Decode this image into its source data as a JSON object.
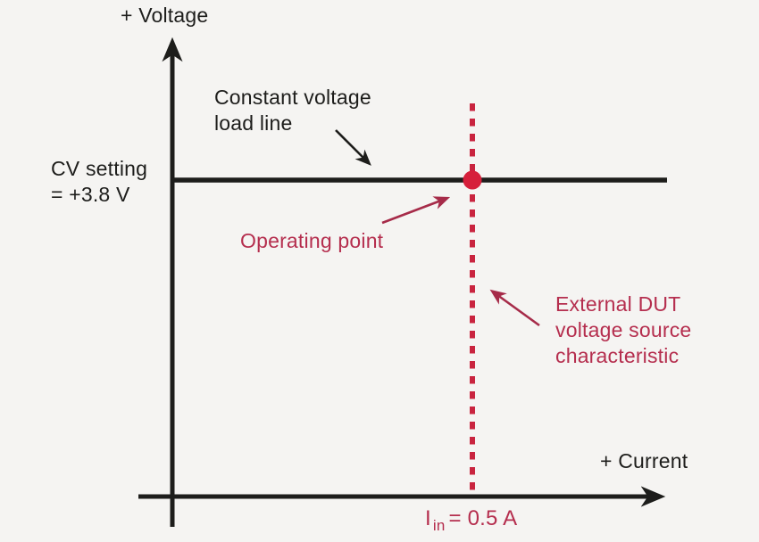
{
  "diagram": {
    "y_axis_label": "+ Voltage",
    "x_axis_label": "+ Current",
    "cv_setting_label": "CV setting\n= +3.8 V",
    "load_line_label": "Constant voltage\nload line",
    "operating_point_label": "Operating point",
    "dut_characteristic_label": "External DUT\nvoltage source\ncharacteristic",
    "current_label": {
      "symbol": "I",
      "subscript": "in",
      "rest": "= 0.5 A"
    },
    "values": {
      "cv_setting": "+3.8 V",
      "input_current": "0.5 A"
    },
    "colors": {
      "background": "#f5f4f2",
      "axis_black": "#1d1d1b",
      "operating_point_red": "#d6203b",
      "dashed_line_red": "#c9243f",
      "annotation_red": "#b52e4e"
    }
  }
}
